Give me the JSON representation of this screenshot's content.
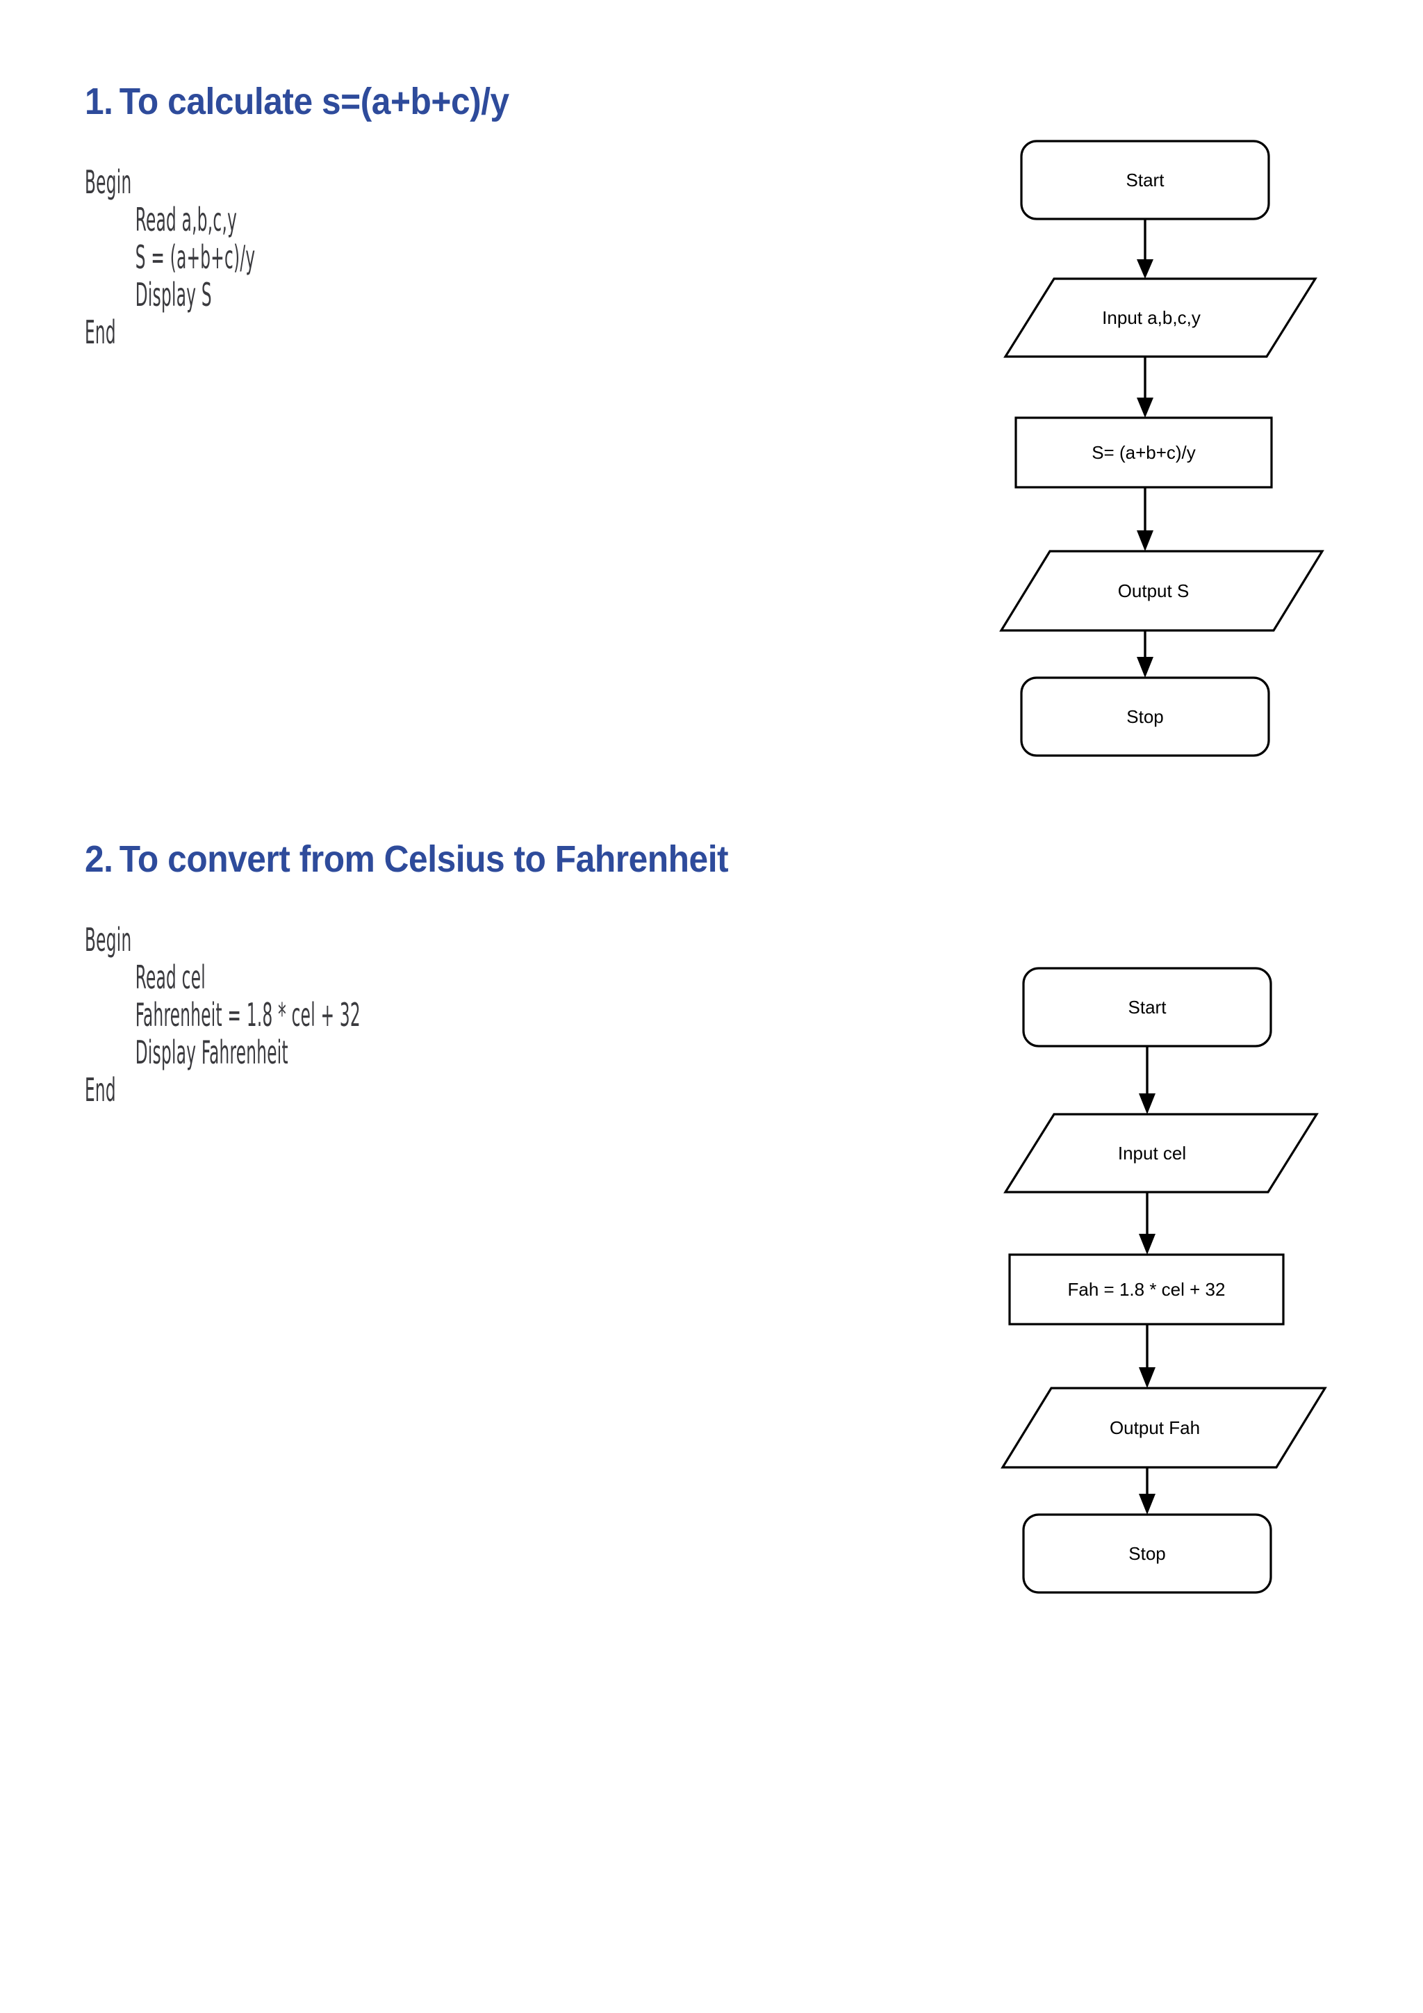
{
  "document": {
    "background_color": "#ffffff",
    "heading_color": "#2E4B9B",
    "pseudocode_color": "#3A3A3E",
    "shape_stroke_color": "#000000",
    "shape_fill_color": "#ffffff"
  },
  "sections": [
    {
      "number": "1.",
      "title": "To calculate s=(a+b+c)/y",
      "pseudocode": {
        "begin": "Begin",
        "body": [
          "Read a,b,c,y",
          "S = (a+b+c)/y",
          "Display S"
        ],
        "end": "End"
      },
      "flowchart": {
        "nodes": [
          {
            "id": "start",
            "shape": "terminator",
            "label": "Start"
          },
          {
            "id": "input",
            "shape": "parallelogram",
            "label": "Input a,b,c,y"
          },
          {
            "id": "process",
            "shape": "rectangle",
            "label": "S= (a+b+c)/y"
          },
          {
            "id": "output",
            "shape": "parallelogram",
            "label": "Output S"
          },
          {
            "id": "stop",
            "shape": "terminator",
            "label": "Stop"
          }
        ],
        "edges": [
          {
            "from": "start",
            "to": "input"
          },
          {
            "from": "input",
            "to": "process"
          },
          {
            "from": "process",
            "to": "output"
          },
          {
            "from": "output",
            "to": "stop"
          }
        ]
      }
    },
    {
      "number": "2.",
      "title": "To convert from Celsius to Fahrenheit",
      "pseudocode": {
        "begin": "Begin",
        "body": [
          "Read cel",
          "Fahrenheit = 1.8 * cel + 32",
          "Display Fahrenheit"
        ],
        "end": "End"
      },
      "flowchart": {
        "nodes": [
          {
            "id": "start",
            "shape": "terminator",
            "label": "Start"
          },
          {
            "id": "input",
            "shape": "parallelogram",
            "label": "Input cel"
          },
          {
            "id": "process",
            "shape": "rectangle",
            "label": "Fah = 1.8 * cel + 32"
          },
          {
            "id": "output",
            "shape": "parallelogram",
            "label": "Output Fah"
          },
          {
            "id": "stop",
            "shape": "terminator",
            "label": "Stop"
          }
        ],
        "edges": [
          {
            "from": "start",
            "to": "input"
          },
          {
            "from": "input",
            "to": "process"
          },
          {
            "from": "process",
            "to": "output"
          },
          {
            "from": "output",
            "to": "stop"
          }
        ]
      }
    }
  ]
}
